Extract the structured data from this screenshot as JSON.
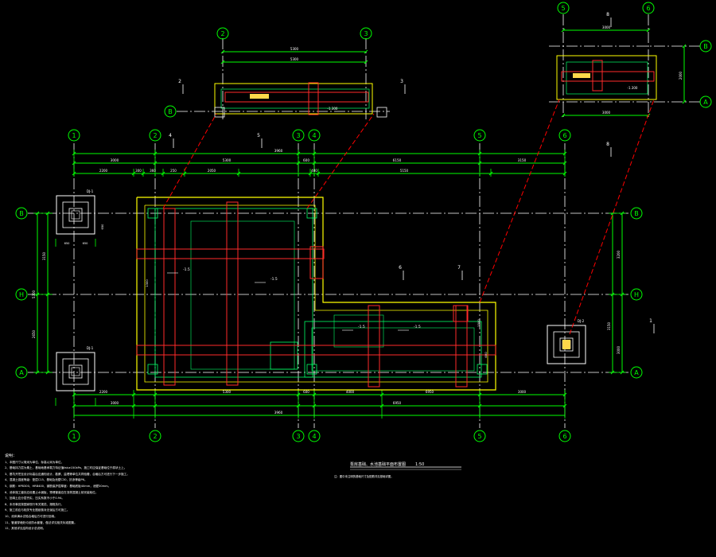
{
  "grid_labels": {
    "main_top": [
      "1",
      "2",
      "3",
      "4",
      "5",
      "6"
    ],
    "main_bottom": [
      "1",
      "2",
      "3",
      "4",
      "5",
      "6"
    ],
    "main_left": [
      "B",
      "H",
      "A"
    ],
    "main_right": [
      "B",
      "H",
      "A"
    ],
    "sec_left_top": [
      "2",
      "3"
    ],
    "sec_left_side": [
      "B"
    ],
    "sec_right_top": [
      "5",
      "6"
    ],
    "sec_right_side": [
      "B",
      "A"
    ]
  },
  "section_tags": [
    "2",
    "3",
    "4",
    "5",
    "6",
    "7",
    "8",
    "1"
  ],
  "dims": {
    "top_row1": [
      "3000",
      "5300",
      "600",
      "6150",
      "3150"
    ],
    "top_row1_total": "3960",
    "top_row2": [
      "2200",
      "300",
      "360",
      "250",
      "2050",
      "400",
      "5150"
    ],
    "top_sec": [
      "5300",
      "5300"
    ],
    "top_right_sec": [
      "3000",
      "1000",
      "3000"
    ],
    "bottom_row1": [
      "2200",
      "5300",
      "600",
      "4000",
      "6950",
      "3000"
    ],
    "bottom_row1_total": "3960",
    "bottom_row2": [
      "3000",
      "6950"
    ],
    "left_v": [
      "2650",
      "3150",
      "2650"
    ],
    "left_v_total": "5300",
    "right_v": [
      "3200",
      "3150",
      "3000"
    ],
    "pad_dims": [
      "650",
      "650",
      "650"
    ],
    "misc": [
      "1500",
      "600",
      "1300",
      "2000"
    ]
  },
  "foundations": [
    "DJ-1",
    "DJ-1",
    "DJ-2"
  ],
  "elevations": [
    "-1.5",
    "-1.5",
    "-1.5",
    "-1.5",
    "-1.300",
    "-1.300"
  ],
  "notes": {
    "heading": "说明：",
    "lines": [
      "1、本图尺寸以毫米为单位，标高以米为单位。",
      "2、基础持力层为素土，基础地基承载力特征值fak≥150kPa，施工时应保证基础位于原状土上。",
      "3、基坑开挖至设计标高后应通知设计、勘察、监理等单位共同验槽，合格后方可进行下一步施工。",
      "4、混凝土强度等级：垫层C15，基础及池壁C30，抗渗等级P6。",
      "5、钢筋：HPB300、HRB400，钢筋保护层厚度：基础底板40mm，池壁30mm。",
      "6、池体施工缝处应设置止水钢板，预埋管道应在浇筑混凝土前安装就位。",
      "7、回填土应分层夯实，压实系数不小于0.94。",
      "8、未尽事宜按国家现行有关规范、规程执行。",
      "9、施工前应与相关专业图纸核对无误后方可施工。",
      "10、池体满水试验合格后方可进行回填。",
      "11、管道穿墙处均设防水套管，做法详见相关标准图集。",
      "12、其他详见结构设计总说明。"
    ]
  },
  "drawing_title": "泵房基础、水池基础平面布置图",
  "drawing_scale": "1:50",
  "drawing_subnote": "注：图中未注明的基础尺寸及配筋详见基础详图。",
  "colors": {
    "grid": "#00ff00",
    "axis": "#ffffff",
    "outline": "#ffff00",
    "beam": "#ff2a2a",
    "leader": "#ff0000",
    "inner": "#00ff66"
  }
}
